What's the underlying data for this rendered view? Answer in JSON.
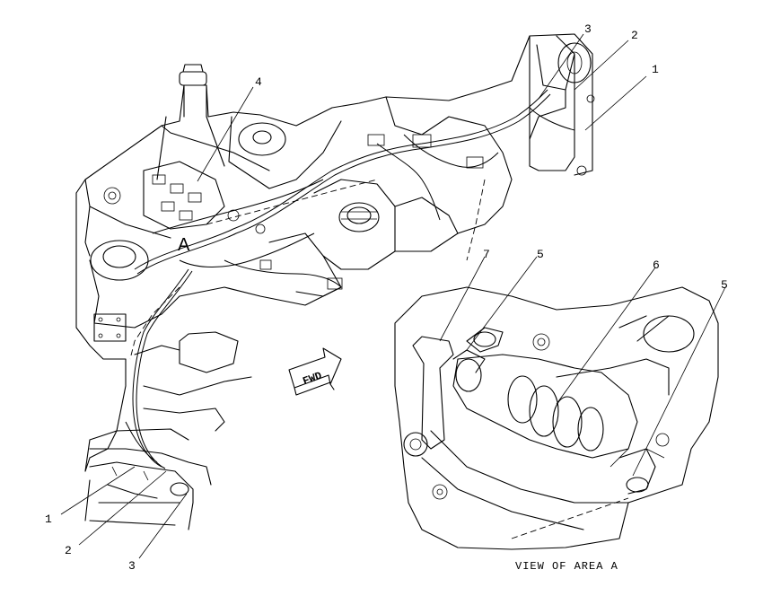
{
  "callouts_main": [
    "1",
    "2",
    "3",
    "4"
  ],
  "callouts_main_frame_rear": [
    "3",
    "2",
    "1"
  ],
  "callouts_view": [
    "7",
    "5",
    "6",
    "5"
  ],
  "area_marker": "A",
  "fwd_label": "FWD",
  "view_caption": "VIEW OF AREA A"
}
